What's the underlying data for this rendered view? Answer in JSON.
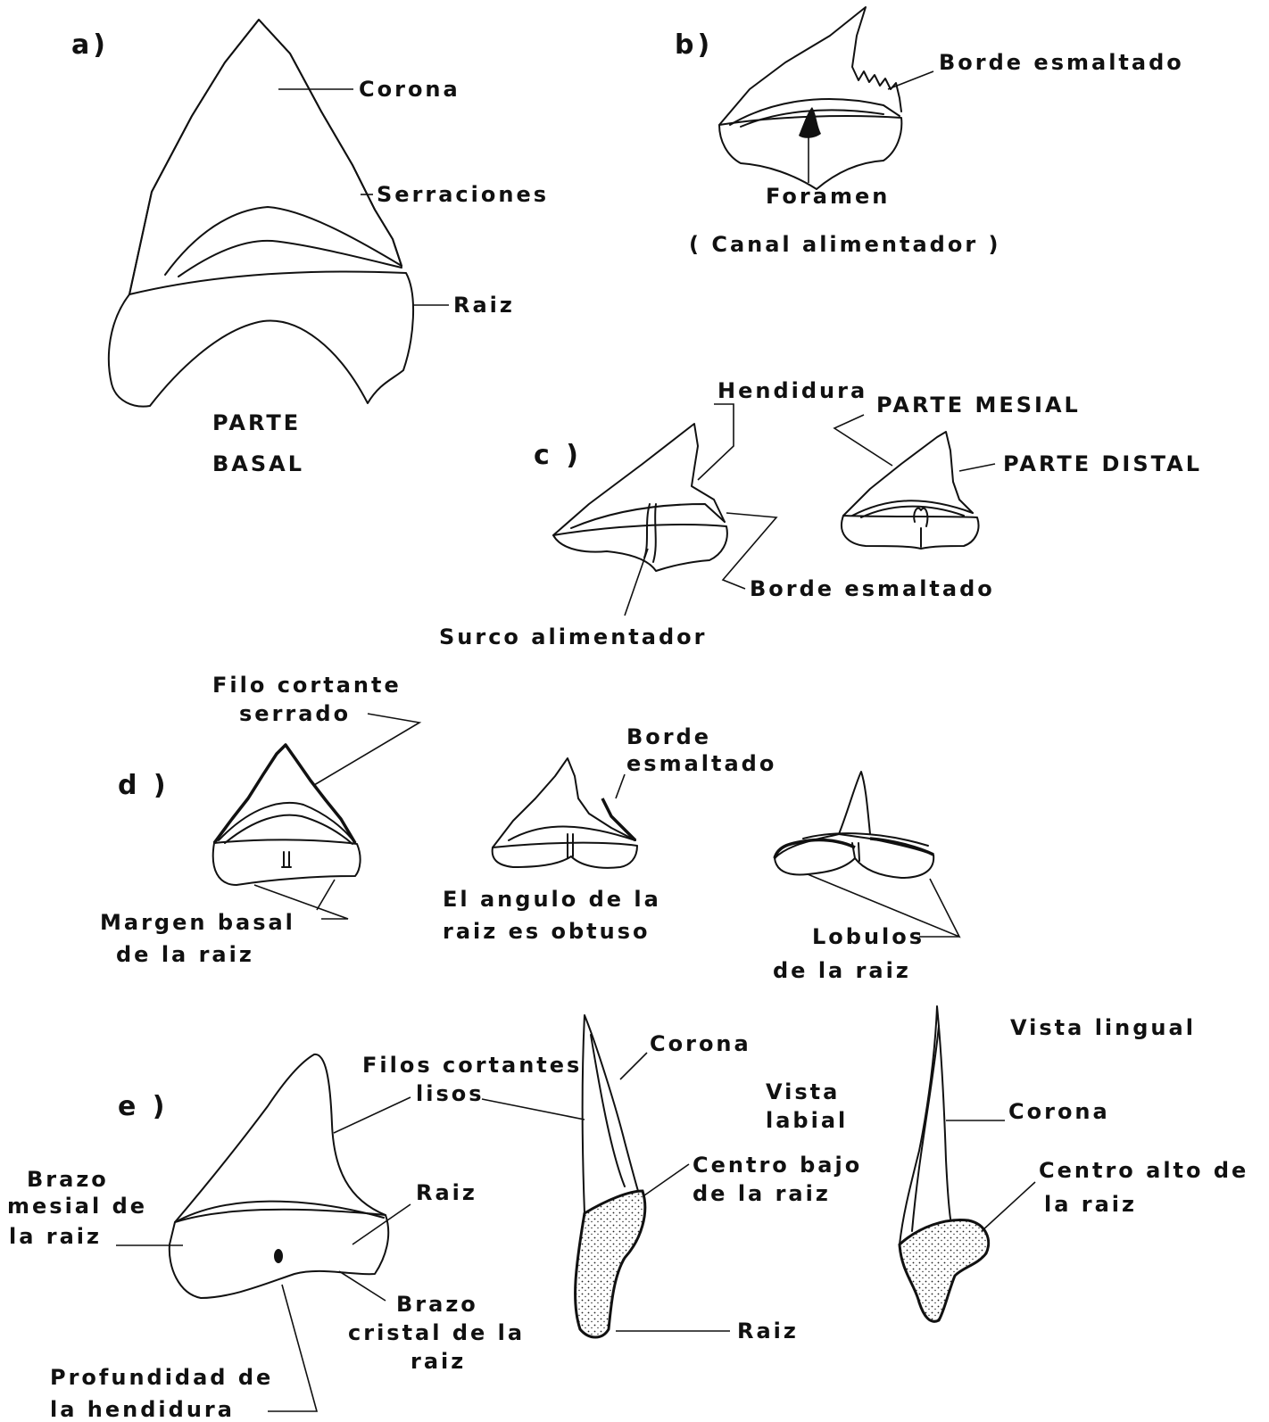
{
  "panels": {
    "a": {
      "letter": "a)",
      "corona": "Corona",
      "serraciones": "Serraciones",
      "raiz": "Raiz",
      "parte": "PARTE",
      "basal": "BASAL"
    },
    "b": {
      "letter": "b)",
      "borde": "Borde esmaltado",
      "foramen": "Foramen",
      "canal": "( Canal  alimentador )"
    },
    "c": {
      "letter": "c )",
      "hendidura": "Hendidura",
      "parte_mesial": "PARTE MESIAL",
      "parte_distal": "PARTE DISTAL",
      "borde": "Borde esmaltado",
      "surco": "Surco alimentador"
    },
    "d": {
      "letter": "d )",
      "filo_1": "Filo cortante",
      "filo_2": "serrado",
      "borde_1": "Borde",
      "borde_2": "esmaltado",
      "margen_1": "Margen basal",
      "margen_2": "de la raiz",
      "angulo_1": "El angulo de la",
      "angulo_2": "raiz es obtuso",
      "lobulos_1": "Lobulos",
      "lobulos_2": "de la raiz"
    },
    "e": {
      "letter": "e )",
      "filos_1": "Filos cortantes",
      "filos_2": "lisos",
      "corona_labial": "Corona",
      "vista_labial_1": "Vista",
      "vista_labial_2": "labial",
      "vista_lingual": "Vista lingual",
      "corona_lingual": "Corona",
      "brazo_mesial_1": "Brazo",
      "brazo_mesial_2": "mesial de",
      "brazo_mesial_3": "la raiz",
      "raiz_front": "Raiz",
      "centro_bajo_1": "Centro bajo",
      "centro_bajo_2": "de la raiz",
      "centro_alto_1": "Centro alto de",
      "centro_alto_2": "la raiz",
      "brazo_cristal_1": "Brazo",
      "brazo_cristal_2": "cristal de la",
      "brazo_cristal_3": "raiz",
      "raiz_side": "Raiz",
      "profundidad_1": "Profundidad de",
      "profundidad_2": "la hendidura"
    }
  }
}
